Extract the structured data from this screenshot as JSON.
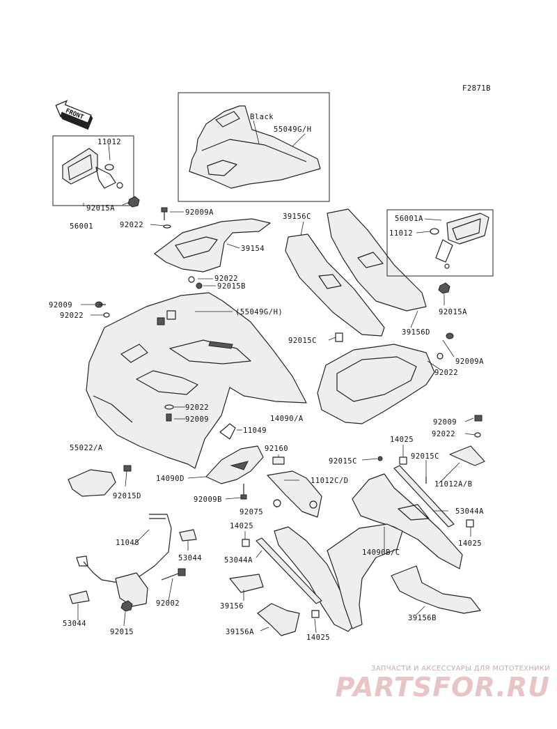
{
  "figure_code": "F2871B",
  "front_label": "FRONT",
  "labels": {
    "l_11012_top": "11012",
    "l_92015A_left": "92015A",
    "l_56001": "56001",
    "l_black": "Black",
    "l_55049GH": "55049G/H",
    "l_92009A_top": "92009A",
    "l_92022_top": "92022",
    "l_39154": "39154",
    "l_92022_mid": "92022",
    "l_92015B": "92015B",
    "l_39156C": "39156C",
    "l_56001A": "56001A",
    "l_11012_right": "11012",
    "l_92015A_right": "92015A",
    "l_39156D": "39156D",
    "l_92009_left": "92009",
    "l_92022_left": "92022",
    "l_55049GH_paren": "(55049G/H)",
    "l_92015C_top": "92015C",
    "l_92009A_right": "92009A",
    "l_92022_right": "92022",
    "l_92022_low": "92022",
    "l_92009_low": "92009",
    "l_14090A": "14090/A",
    "l_11049": "11049",
    "l_55022A": "55022/A",
    "l_92160": "92160",
    "l_14025_top": "14025",
    "l_92009_r2": "92009",
    "l_92022_r2": "92022",
    "l_92015C_mid": "92015C",
    "l_92015C_r": "92015C",
    "l_14090D": "14090D",
    "l_11012CD": "11012C/D",
    "l_11012AB": "11012A/B",
    "l_92015D": "92015D",
    "l_92009B": "92009B",
    "l_53044A_right": "53044A",
    "l_92075": "92075",
    "l_14025_mid": "14025",
    "l_14025_right": "14025",
    "l_11048": "11048",
    "l_53044_top": "53044",
    "l_53044A_left": "53044A",
    "l_14090BC": "14090B/C",
    "l_92002": "92002",
    "l_39156": "39156",
    "l_53044_bottom": "53044",
    "l_39156B": "39156B",
    "l_92015": "92015",
    "l_39156A": "39156A",
    "l_14025_bottom": "14025"
  },
  "watermark": {
    "tagline": "ЗАПЧАСТИ И АКСЕССУАРЫ ДЛЯ МОТОТЕХНИКИ",
    "logo": "PARTSFOR.RU"
  }
}
